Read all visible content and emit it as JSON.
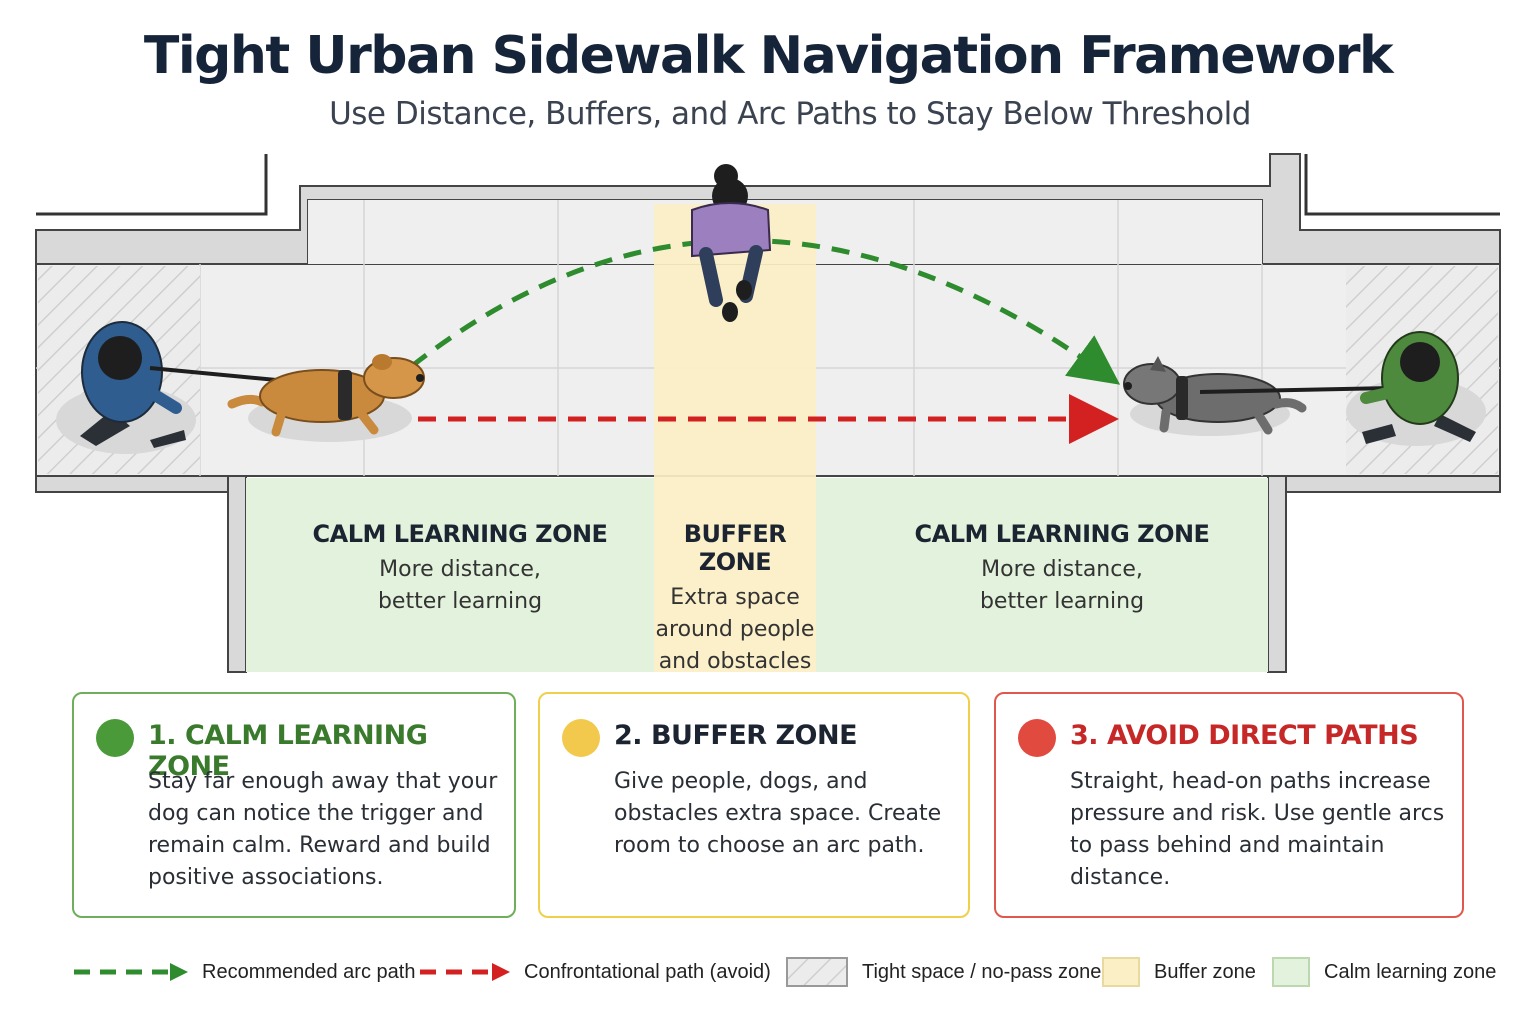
{
  "header": {
    "title": "Tight Urban Sidewalk Navigation Framework",
    "subtitle": "Use Distance, Buffers, and Arc Paths to Stay Below Threshold"
  },
  "zones": [
    {
      "heading": "CALM LEARNING ZONE",
      "desc": [
        "More distance,",
        "better learning"
      ]
    },
    {
      "heading": "BUFFER ZONE",
      "desc": [
        "Extra space",
        "around people",
        "and obstacles"
      ]
    },
    {
      "heading": "CALM LEARNING ZONE",
      "desc": [
        "More distance,",
        "better learning"
      ]
    }
  ],
  "cards": [
    {
      "heading": "1. CALM LEARNING ZONE",
      "body": "Stay far enough away that your dog can notice the trigger and remain calm. Reward and build positive associations.",
      "color": "#3a8a2c",
      "dot": "#4a9a3a"
    },
    {
      "heading": "2. BUFFER ZONE",
      "body": "Give people, dogs, and obstacles extra space. Create room to choose an arc path.",
      "color": "#1b2430",
      "border": "#f0d04a",
      "dot": "#f2c94c"
    },
    {
      "heading": "3. AVOID DIRECT PATHS",
      "body": "Straight, head-on paths increase pressure and risk. Use gentle arcs to pass behind and maintain distance.",
      "color": "#c62828",
      "dot": "#e04a3f"
    }
  ],
  "legend": {
    "arc": "Recommended arc path",
    "direct": "Confrontational path (avoid)",
    "tight": "Tight space / no-pass zone",
    "buffer": "Buffer zone",
    "calm": "Calm learning zone"
  },
  "colors": {
    "arc_path": "#2e8b2e",
    "direct_path": "#d32020",
    "buffer_zone": "#fbefc5",
    "calm_zone": "#e3f2dc"
  },
  "icons": [
    "handler-blue-icon",
    "dog-tan-icon",
    "pedestrian-purple-icon",
    "dog-gray-icon",
    "handler-green-icon"
  ]
}
